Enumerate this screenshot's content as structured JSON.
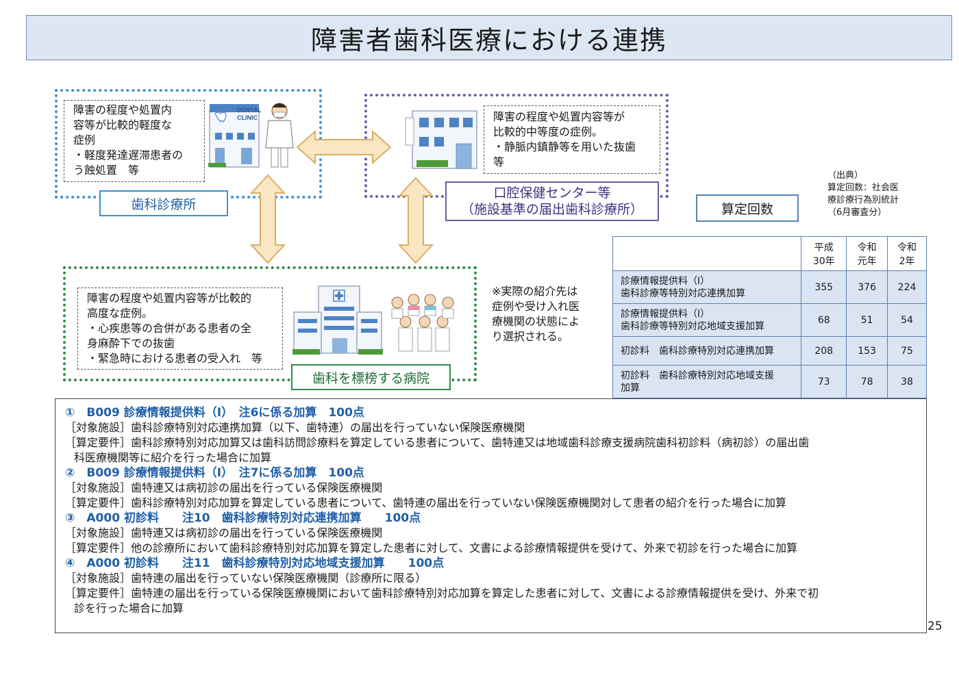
{
  "title": "障害者歯科医療における連携",
  "clinic": {
    "text_lines": [
      "障害の程度や処置内",
      "容等が比較的軽度な",
      "症例",
      "・軽度発達遅滞患者の",
      "う蝕処置　等"
    ],
    "sign_lines": [
      "DENTAL",
      "CLINIC"
    ],
    "label": "歯科診療所"
  },
  "center": {
    "text_lines": [
      "障害の程度や処置内容等が",
      "比較的中等度の症例。",
      "・静脈内鎮静等を用いた抜歯",
      "等"
    ],
    "label_lines": [
      "口腔保健センター等",
      "（施設基準の届出歯科診療所）"
    ]
  },
  "hospital": {
    "text_lines": [
      "障害の程度や処置内容等が比較的",
      "高度な症例。",
      "・心疾患等の合併がある患者の全",
      "身麻酔下での抜歯",
      "・緊急時における患者の受入れ　等"
    ],
    "label": "歯科を標榜する病院"
  },
  "referral_note": [
    "※実際の紹介先は",
    "症例や受け入れ医",
    "療機関の状態によ",
    "り選択される。"
  ],
  "santei_label": "算定回数",
  "source_note": [
    "（出典）",
    "算定回数：社会医",
    "療診療行為別統計",
    "（6月審査分）"
  ],
  "table": {
    "headers": [
      [
        "平成",
        "30年"
      ],
      [
        "令和",
        "元年"
      ],
      [
        "令和",
        "2年"
      ]
    ],
    "rows": [
      {
        "label": [
          "診療情報提供料（Ⅰ）",
          "歯科診療等特別対応連携加算"
        ],
        "values": [
          "355",
          "376",
          "224"
        ]
      },
      {
        "label": [
          "診療情報提供料（Ⅰ）",
          "歯科診療等特別対応地域支援加算"
        ],
        "values": [
          "68",
          "51",
          "54"
        ]
      },
      {
        "label": [
          "初診料　歯科診療特別対応連携加算"
        ],
        "values": [
          "208",
          "153",
          "75"
        ]
      },
      {
        "label": [
          "初診料　歯科診療特別対応地域支援",
          "加算"
        ],
        "values": [
          "73",
          "78",
          "38"
        ]
      }
    ]
  },
  "notes": [
    {
      "heading": "①　B009 診療情報提供料（Ⅰ）　注6に係る加算　100点",
      "lines": [
        {
          "text": "［対象施設］歯科診療特別対応連携加算（以下、歯特連）の届出を行っていない保険医療機関",
          "indent": false
        },
        {
          "text": "［算定要件］歯科診療特別対応加算又は歯科訪問診療料を算定している患者について、歯特連又は地域歯科診療支援病院歯科初診料（病初診）の届出歯",
          "indent": false
        },
        {
          "text": "科医療機関等に紹介を行った場合に加算",
          "indent": true
        }
      ]
    },
    {
      "heading": "②　B009 診療情報提供料（Ⅰ）　注7に係る加算　100点",
      "lines": [
        {
          "text": "［対象施設］歯特連又は病初診の届出を行っている保険医療機関",
          "indent": false
        },
        {
          "text": "［算定要件］歯科診療特別対応加算を算定している患者について、歯特連の届出を行っていない保険医療機関対して患者の紹介を行った場合に加算",
          "indent": false
        }
      ]
    },
    {
      "heading": "③　A000 初診料　　注10　歯科診療特別対応連携加算　　100点",
      "lines": [
        {
          "text": "［対象施設］歯特連又は病初診の届出を行っている保険医療機関",
          "indent": false
        },
        {
          "text": "［算定要件］他の診療所において歯科診療特別対応加算を算定した患者に対して、文書による診療情報提供を受けて、外来で初診を行った場合に加算",
          "indent": false
        }
      ]
    },
    {
      "heading": "④　A000 初診料　　注11　歯科診療特別対応地域支援加算　　100点",
      "lines": [
        {
          "text": "［対象施設］歯特連の届出を行っていない保険医療機関（診療所に限る）",
          "indent": false
        },
        {
          "text": "［算定要件］歯特連の届出を行っている保険医療機関において歯科診療特別対応加算を算定した患者に対して、文書による診療情報提供を受け、外来で初",
          "indent": false
        },
        {
          "text": "診を行った場合に加算",
          "indent": true
        }
      ]
    }
  ],
  "page_number": "25",
  "colors": {
    "clinic_frame": "#3f8fd2",
    "center_frame": "#6a5aa8",
    "hospital_frame": "#2c8a45",
    "arrow_fill": "#f9e6c3",
    "arrow_stroke": "#d9ae62",
    "heading_text": "#1f5fa7",
    "table_fill": "#dae4f3"
  }
}
